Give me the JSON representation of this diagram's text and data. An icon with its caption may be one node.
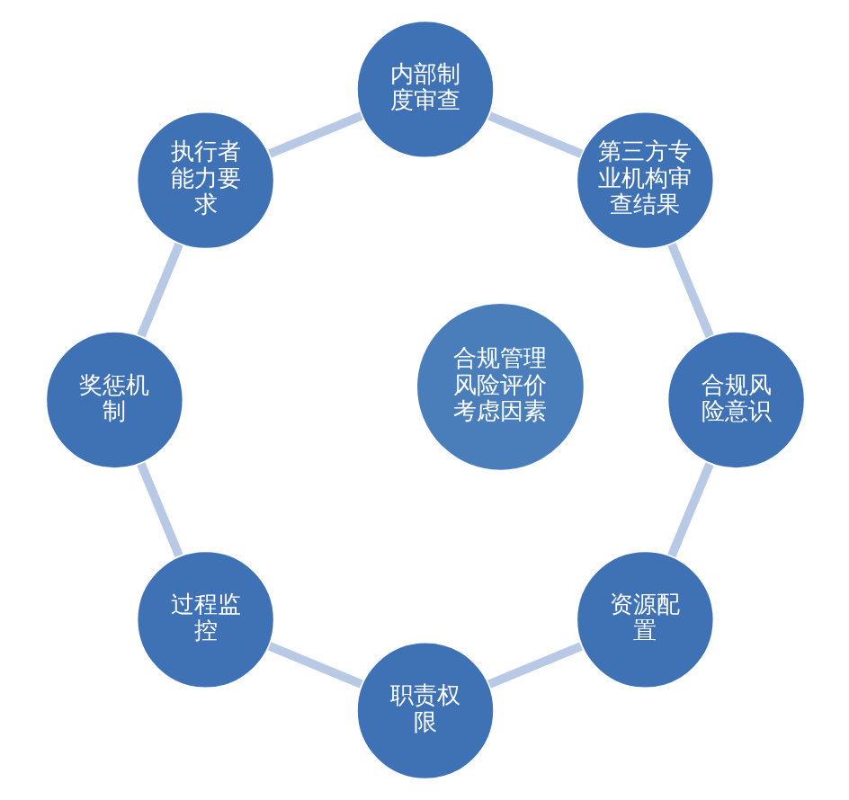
{
  "diagram": {
    "nodes": [
      {
        "text": [
          "合规管理风险评价考虑因素"
        ]
      },
      {
        "text": [
          "资源配置"
        ]
      },
      {
        "text": [
          "职责权限"
        ]
      },
      {
        "text": [
          "过程监控"
        ]
      },
      {
        "text": [
          "奖惩机制"
        ]
      },
      {
        "text": [
          "执行者能力要求"
        ]
      },
      {
        "text": [
          "内部制度审查"
        ]
      },
      {
        "text": [
          "第三方专业机构审查结果"
        ]
      },
      {
        "text": [
          "合规风险意识"
        ]
      }
    ],
    "edges": [
      {
        "from": 1,
        "to": 2,
        "arrow": "none",
        "color": "#b8c9e6"
      },
      {
        "from": 2,
        "to": 3,
        "arrow": "none",
        "color": "#b8c9e6"
      },
      {
        "from": 3,
        "to": 4,
        "arrow": "none",
        "color": "#b8c9e6"
      },
      {
        "from": 4,
        "to": 5,
        "arrow": "none",
        "color": "#b8c9e6"
      },
      {
        "from": 5,
        "to": 6,
        "arrow": "none",
        "color": "#b8c9e6"
      },
      {
        "from": 6,
        "to": 7,
        "arrow": "none",
        "color": "#b8c9e6"
      },
      {
        "from": 7,
        "to": 8,
        "arrow": "none",
        "color": "#b8c9e6"
      },
      {
        "from": 8,
        "to": 1,
        "arrow": "none",
        "color": "#b8c9e6"
      }
    ]
  }
}
